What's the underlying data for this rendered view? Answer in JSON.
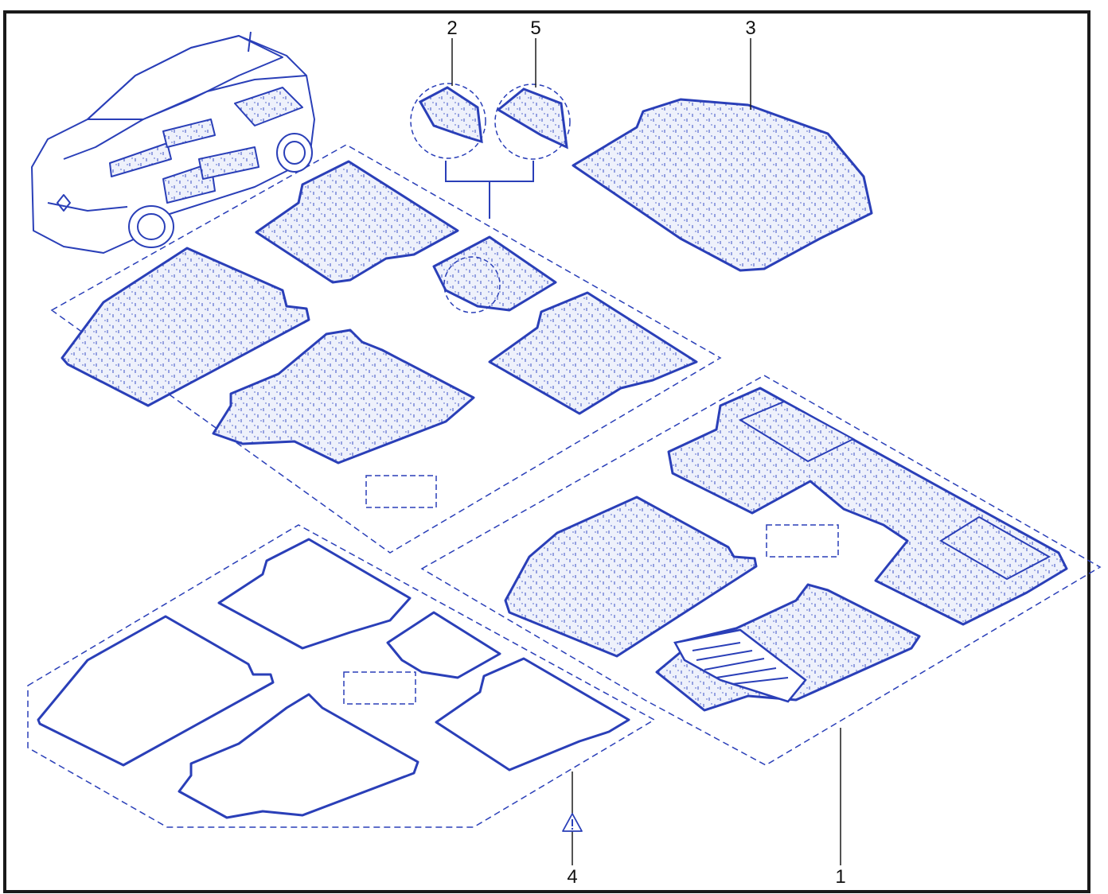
{
  "diagram": {
    "callouts": [
      {
        "id": "c1",
        "label": "1"
      },
      {
        "id": "c2",
        "label": "2"
      },
      {
        "id": "c3",
        "label": "3"
      },
      {
        "id": "c4",
        "label": "4"
      },
      {
        "id": "c5",
        "label": "5"
      }
    ],
    "colors": {
      "line": "#2a3fb8",
      "fill": "#eef1fb",
      "texture": "#3a50c6",
      "frame": "#1a1a1a"
    },
    "icons": [
      "car-illustration-icon",
      "warning-triangle-icon"
    ]
  }
}
